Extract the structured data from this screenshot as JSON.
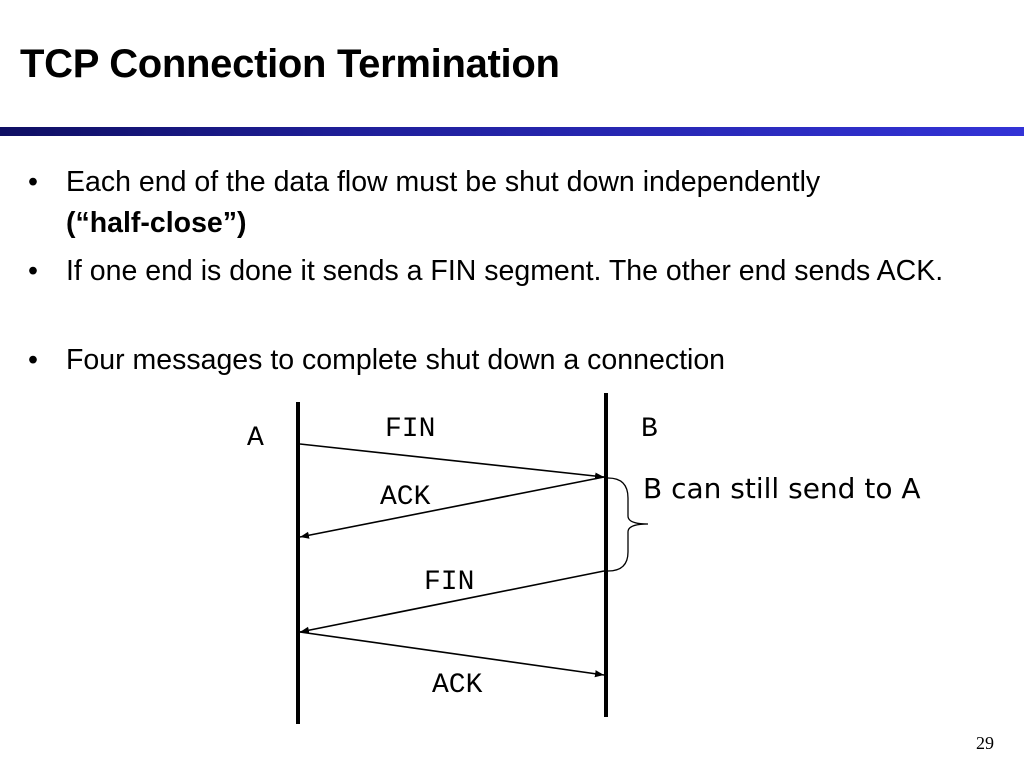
{
  "slide": {
    "title": "TCP Connection Termination",
    "page_number": "29",
    "accent_color": "#1f1f9a"
  },
  "bullets": [
    {
      "marker": "•",
      "text": "Each end of the data flow must be shut down independently ",
      "bold_text": "(“half-close”)"
    },
    {
      "marker": "•",
      "text": "If one end is done it sends a FIN segment. The other end sends ACK."
    },
    {
      "marker": "•",
      "text": "Four messages to complete shut down a connection"
    }
  ],
  "diagram": {
    "left_endpoint": "A",
    "right_endpoint": "B",
    "messages": [
      {
        "label": "FIN",
        "from": "A",
        "to": "B"
      },
      {
        "label": "ACK",
        "from": "B",
        "to": "A"
      },
      {
        "label": "FIN",
        "from": "B",
        "to": "A"
      },
      {
        "label": "ACK",
        "from": "A",
        "to": "B"
      }
    ],
    "brace_annotation": "B can still send to A"
  }
}
